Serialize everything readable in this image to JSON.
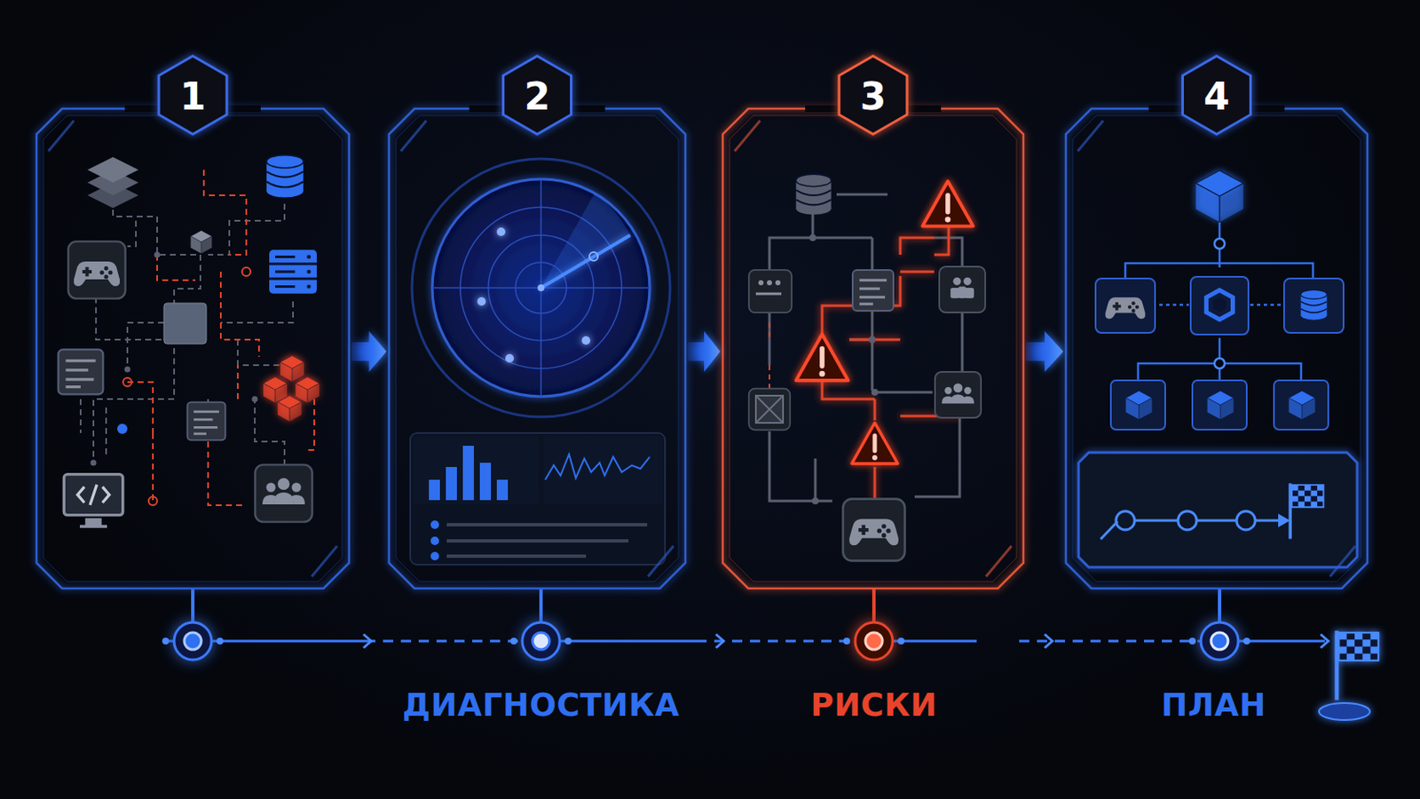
{
  "diagram": {
    "nodes": [
      {
        "text": [
          "1"
        ]
      },
      {
        "text": [
          "2"
        ]
      },
      {
        "text": [
          "3"
        ]
      },
      {
        "text": [
          "4"
        ]
      }
    ],
    "edges": [
      {
        "from": 0,
        "to": 1,
        "arrow": "to"
      },
      {
        "from": 1,
        "to": 2,
        "arrow": "to"
      },
      {
        "from": 2,
        "to": 3,
        "arrow": "to"
      }
    ],
    "labels": [
      "ДИАГНОСТИКА",
      "РИСКИ",
      "ПЛАН"
    ]
  }
}
